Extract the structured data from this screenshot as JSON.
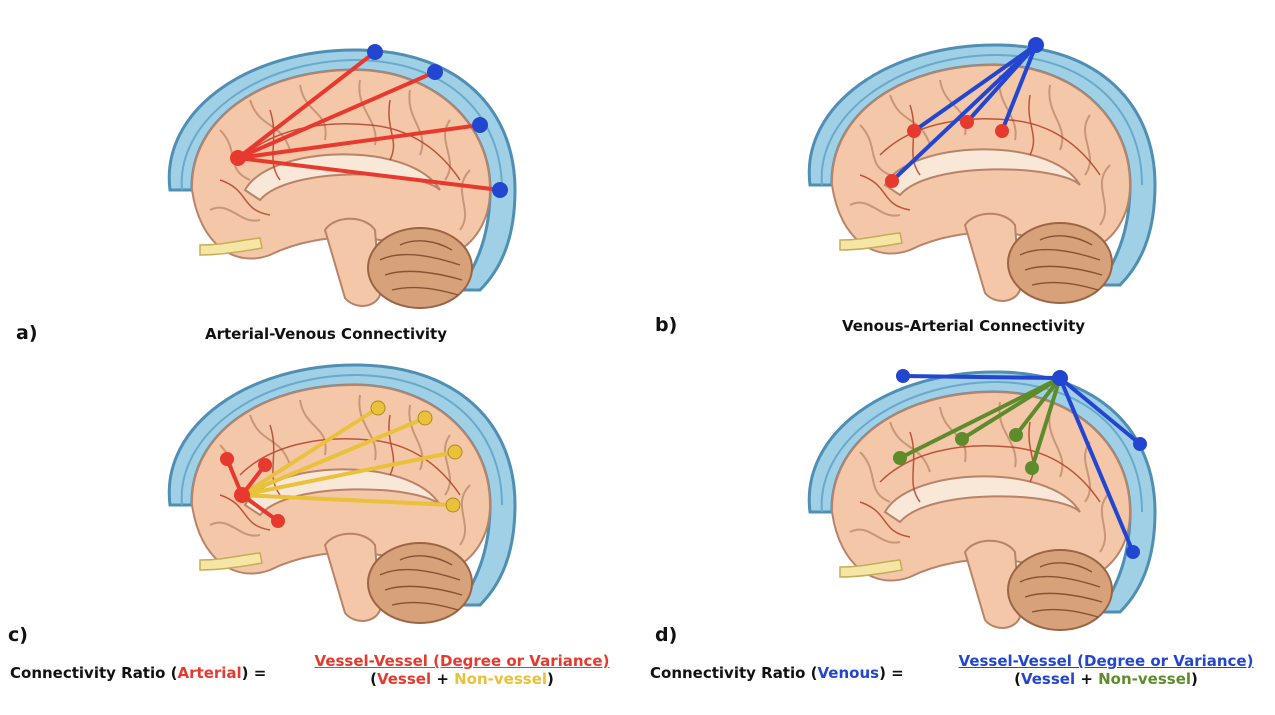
{
  "colors": {
    "arterial": "#e8392f",
    "venous": "#2346d0",
    "nonvessel_arterial": "#e9c13a",
    "nonvessel_venous": "#5e8b2c",
    "text": "#111111"
  },
  "panels": {
    "a": {
      "letter": "a)",
      "title": "Arterial-Venous Connectivity"
    },
    "b": {
      "letter": "b)",
      "title": "Venous-Arterial Connectivity"
    },
    "c": {
      "letter": "c)"
    },
    "d": {
      "letter": "d)"
    }
  },
  "formulas": {
    "arterial": {
      "prefix": "Connectivity Ratio (",
      "highlight": "Arterial",
      "suffix": ") =",
      "numerator": "Vessel-Vessel (Degree or Variance)",
      "den_open": "(",
      "den_vessel": "Vessel",
      "den_plus": " + ",
      "den_nonvessel": "Non-vessel",
      "den_close": ")"
    },
    "venous": {
      "prefix": "Connectivity Ratio (",
      "highlight": "Venous",
      "suffix": ") =",
      "numerator": "Vessel-Vessel (Degree or Variance)",
      "den_open": "(",
      "den_vessel": "Vessel",
      "den_plus": " + ",
      "den_nonvessel": "Non-vessel",
      "den_close": ")"
    }
  }
}
